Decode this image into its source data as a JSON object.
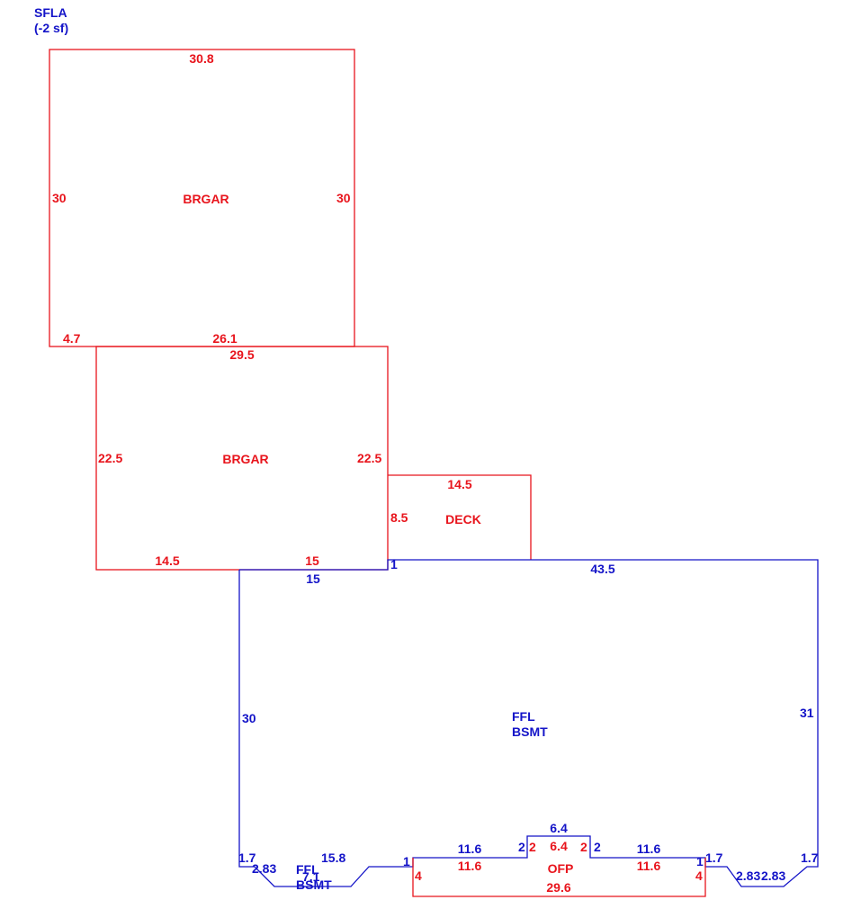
{
  "header": {
    "line1": "SFLA",
    "line2": "(-2 sf)"
  },
  "colors": {
    "red": "#e8141c",
    "blue": "#1414c8"
  },
  "areas": {
    "brgar_top": {
      "label": "BRGAR",
      "top": "30.8",
      "left": "30",
      "right": "30",
      "bottom_left": "4.7",
      "bottom_right": "26.1"
    },
    "brgar_mid": {
      "label": "BRGAR",
      "top": "29.5",
      "left": "22.5",
      "right": "22.5",
      "bottom_left": "14.5",
      "bottom_right": "15"
    },
    "deck": {
      "label": "DECK",
      "top": "14.5",
      "left": "8.5"
    },
    "ffl_main": {
      "label1": "FFL",
      "label2": "BSMT",
      "top_left": "15",
      "step": "1",
      "top_right": "43.5",
      "left": "30",
      "right": "31"
    },
    "ffl_bottom": {
      "left_step": "1.7",
      "left_diag": "2.83",
      "left_run": "15.8",
      "left_mid": "7.1",
      "label1": "FFL",
      "label2": "BSMT",
      "seg_one_left": "1",
      "run_left": "11.6",
      "step_left": "2",
      "bump_top": "6.4",
      "step_right": "2",
      "run_right": "11.6",
      "seg_one_right": "1",
      "right_step": "1.7",
      "right_diag1": "2.83",
      "right_diag2": "2.83",
      "right_end": "1.7"
    },
    "ofp": {
      "label": "OFP",
      "left_step": "2",
      "bump": "6.4",
      "right_step": "2",
      "run_left": "11.6",
      "run_right": "11.6",
      "left": "4",
      "right": "4",
      "bottom": "29.6"
    }
  }
}
